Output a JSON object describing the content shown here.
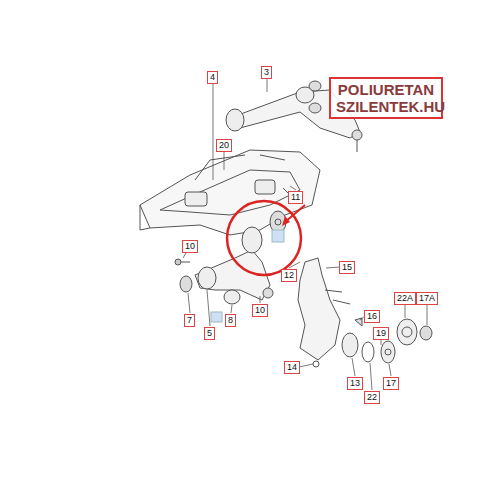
{
  "diagram": {
    "labels": [
      "4",
      "3",
      "20",
      "11",
      "10",
      "10",
      "12",
      "15",
      "22A",
      "17A",
      "16",
      "19",
      "13",
      "22",
      "17",
      "14",
      "7",
      "5",
      "8",
      "POLIURETAN SZILENTEK.HU"
    ]
  }
}
